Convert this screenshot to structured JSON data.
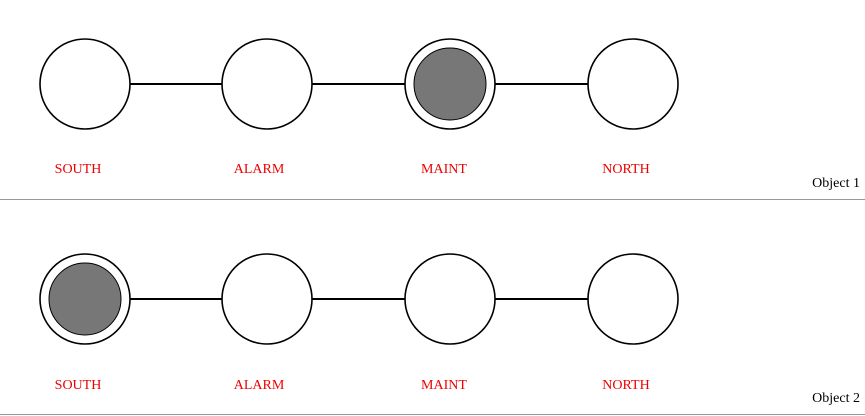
{
  "colors": {
    "label": "#ee0000",
    "active_fill": "#777777",
    "outline": "#000000",
    "separator": "#999999"
  },
  "objects": [
    {
      "label": "Object 1",
      "active_state": 2,
      "states": [
        "SOUTH",
        "ALARM",
        "MAINT",
        "NORTH"
      ]
    },
    {
      "label": "Object 2",
      "active_state": 0,
      "states": [
        "SOUTH",
        "ALARM",
        "MAINT",
        "NORTH"
      ]
    }
  ]
}
